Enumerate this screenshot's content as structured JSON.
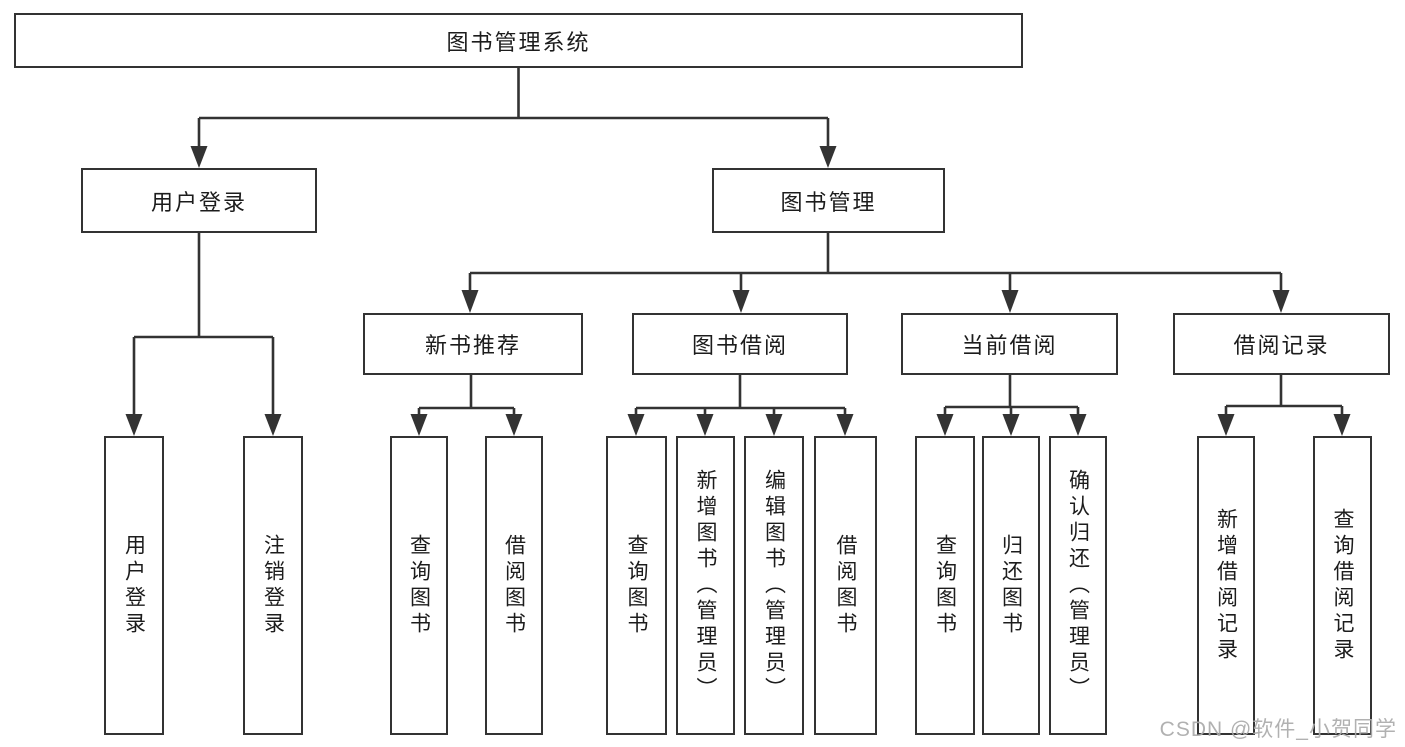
{
  "tree": {
    "label": "图书管理系统",
    "children": [
      {
        "label": "用户登录",
        "children": [
          {
            "label": "用户登录"
          },
          {
            "label": "注销登录"
          }
        ]
      },
      {
        "label": "图书管理",
        "children": [
          {
            "label": "新书推荐",
            "children": [
              {
                "label": "查询图书"
              },
              {
                "label": "借阅图书"
              }
            ]
          },
          {
            "label": "图书借阅",
            "children": [
              {
                "label": "查询图书"
              },
              {
                "label": "新增图书（管理员）"
              },
              {
                "label": "编辑图书（管理员）"
              },
              {
                "label": "借阅图书"
              }
            ]
          },
          {
            "label": "当前借阅",
            "children": [
              {
                "label": "查询图书"
              },
              {
                "label": "归还图书"
              },
              {
                "label": "确认归还（管理员）"
              }
            ]
          },
          {
            "label": "借阅记录",
            "children": [
              {
                "label": "新增借阅记录"
              },
              {
                "label": "查询借阅记录"
              }
            ]
          }
        ]
      }
    ]
  },
  "watermark": {
    "text": "CSDN @软件_小贺同学"
  },
  "colors": {
    "line": "#333333",
    "text": "#1c1c1c",
    "watermark": "#ababab",
    "background": "#ffffff"
  }
}
